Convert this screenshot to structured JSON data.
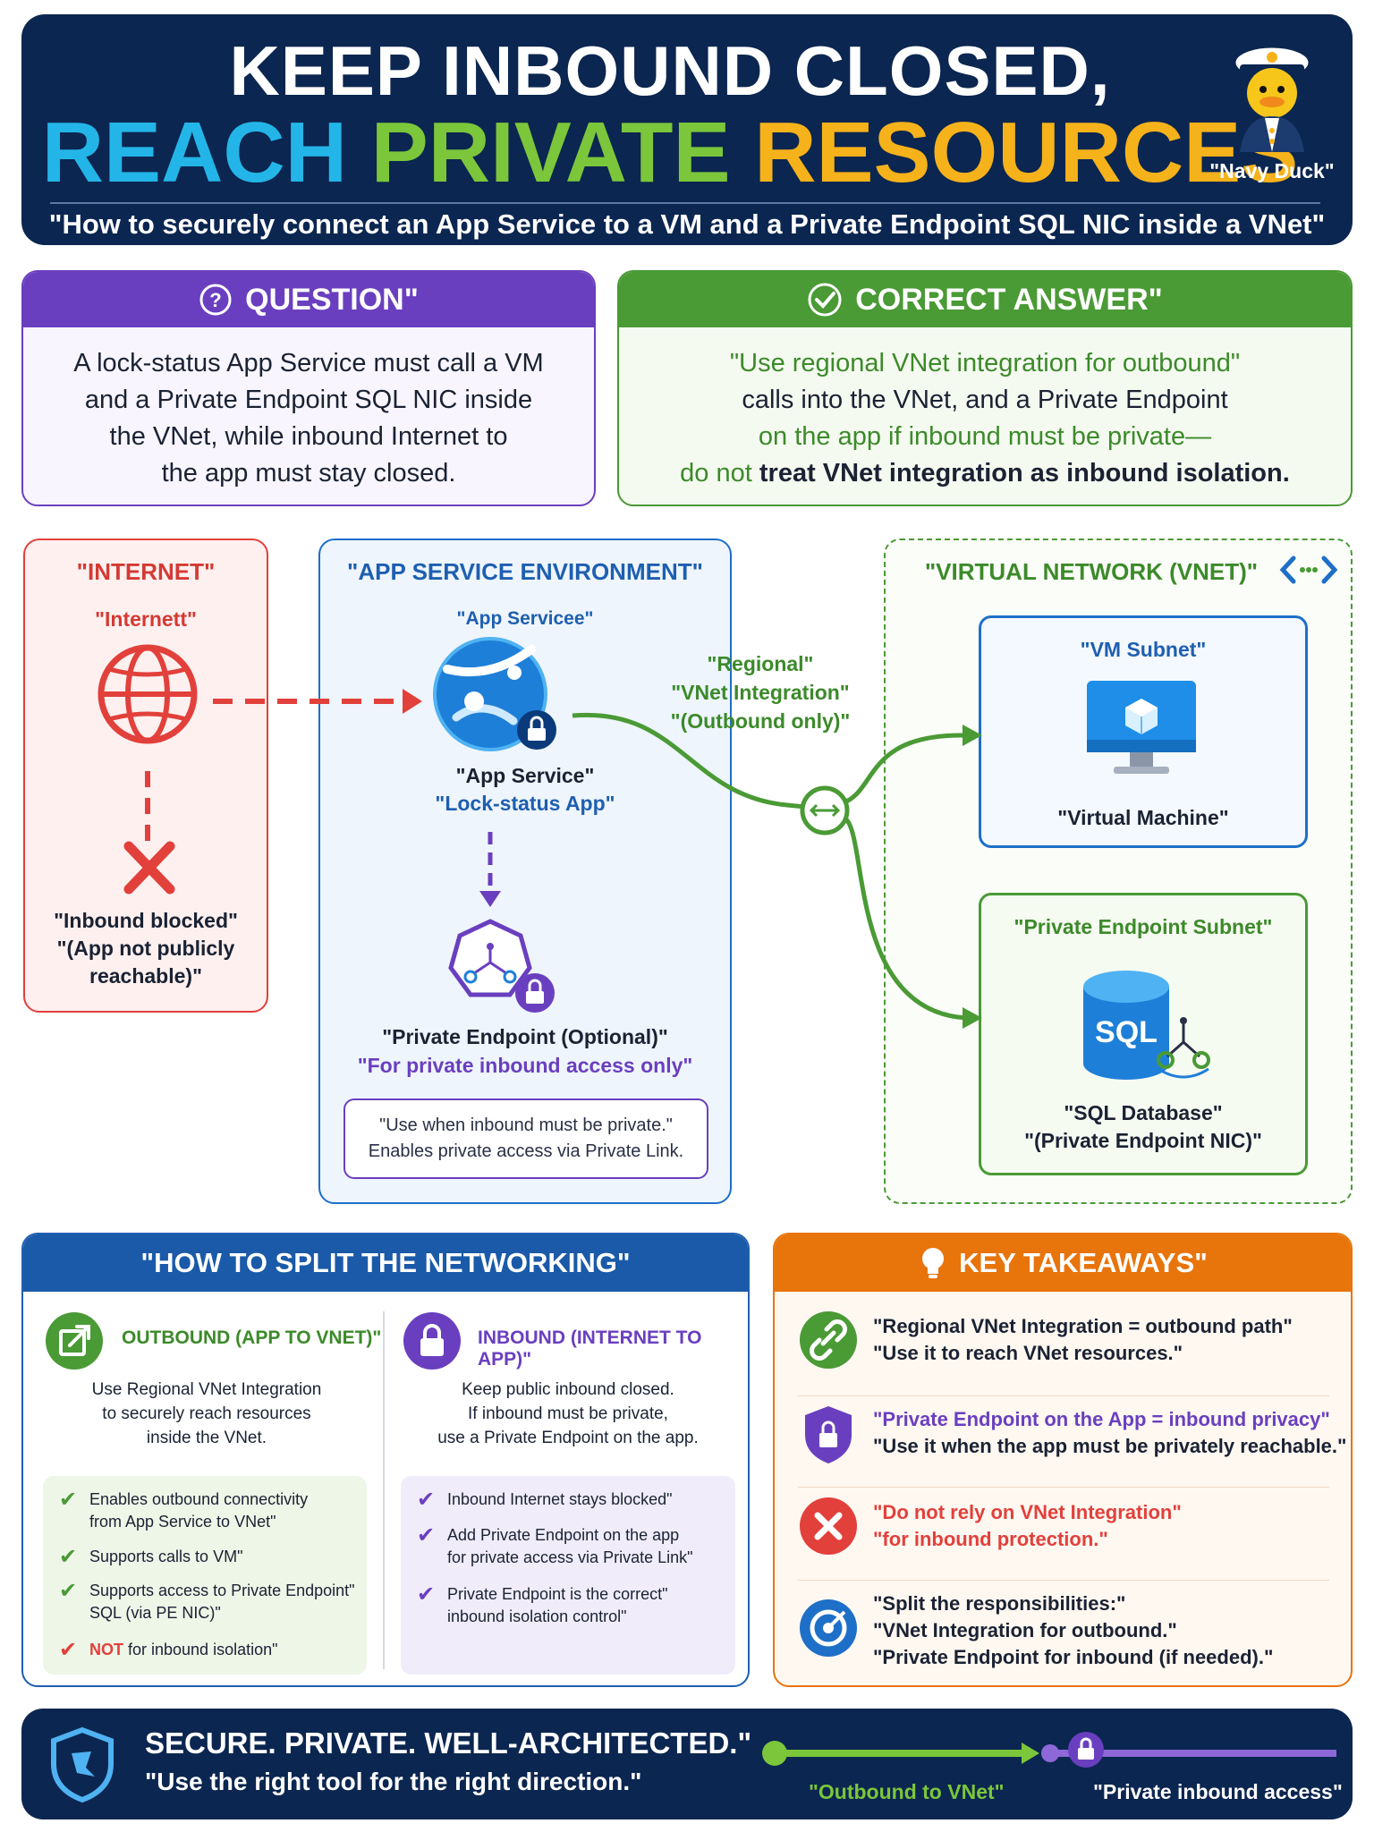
{
  "header": {
    "title_line1": "KEEP INBOUND CLOSED,",
    "title_w1": "REACH",
    "title_w2": "PRIVATE",
    "title_w3": "RESOURCES",
    "subtitle": "\"How to securely connect an App Service to a VM and a Private Endpoint SQL NIC inside a VNet\"",
    "mascot_caption": "\"Navy Duck\""
  },
  "question": {
    "title": "QUESTION\"",
    "lines": [
      "A lock-status App Service must call a VM",
      "and a Private Endpoint SQL NIC inside",
      "the VNet, while inbound Internet to",
      "the app must stay closed."
    ]
  },
  "answer": {
    "title": "CORRECT ANSWER\"",
    "line1": "\"Use regional VNet integration for outbound\"",
    "line2": "calls into the VNet, and a Private Endpoint",
    "line3": "on the app if inbound must be private—",
    "line4_a": "do not",
    "line4_b": " treat VNet integration as inbound isolation."
  },
  "internet": {
    "title": "\"INTERNET\"",
    "label": "\"Internett\"",
    "blocked_1": "\"Inbound blocked\"",
    "blocked_2": "\"(App not publicly",
    "blocked_3": "reachable)\""
  },
  "ase": {
    "title": "\"APP SERVICE ENVIRONMENT\"",
    "app_top": "\"App Servicee\"",
    "app_name": "\"App Service\"",
    "app_sub": "\"Lock-status App\"",
    "pe_name": "\"Private Endpoint (Optional)\"",
    "pe_sub": "\"For private inbound access only\"",
    "note_1": "\"Use when inbound must be private.\"",
    "note_2": "Enables private access via Private Link."
  },
  "integration": {
    "l1": "\"Regional\"",
    "l2": "\"VNet Integration\"",
    "l3": "\"(Outbound only)\""
  },
  "vnet": {
    "title": "\"VIRTUAL NETWORK (VNET)\"",
    "vm_subnet": "\"VM Subnet\"",
    "vm_label": "\"Virtual Machine\"",
    "pe_subnet": "\"Private Endpoint Subnet\"",
    "sql_text": "SQL",
    "sql_1": "\"SQL Database\"",
    "sql_2": "\"(Private Endpoint NIC)\""
  },
  "split": {
    "title": "\"HOW TO SPLIT THE NETWORKING\"",
    "out_title": "OUTBOUND (APP TO VNET)\"",
    "out_desc": [
      "Use Regional VNet Integration",
      "to securely reach resources",
      "inside the VNet."
    ],
    "out_checks": [
      [
        "Enables outbound connectivity",
        "from App Service to VNet\""
      ],
      [
        "Supports calls to VM\""
      ],
      [
        "Supports access to Private Endpoint\"",
        "SQL (via PE NIC)\""
      ]
    ],
    "out_not_a": "NOT",
    "out_not_b": " for inbound isolation\"",
    "in_title": "INBOUND (INTERNET TO APP)\"",
    "in_desc": [
      "Keep public inbound closed.",
      "If inbound must be private,",
      "use a Private Endpoint on the app."
    ],
    "in_checks": [
      [
        "Inbound Internet stays blocked\""
      ],
      [
        "Add Private Endpoint on the app",
        "for private access via Private Link\""
      ],
      [
        "Private Endpoint is the correct\"",
        "inbound isolation control\""
      ]
    ]
  },
  "takeaways": {
    "title": "KEY TAKEAWAYS\"",
    "items": [
      {
        "a": "\"Regional VNet Integration = outbound path\"",
        "b": "\"Use it to reach VNet resources.\""
      },
      {
        "a": "\"Private Endpoint on the App = inbound privacy\"",
        "b": "\"Use it when the app must be privately reachable.\""
      },
      {
        "a": "\"Do not rely on VNet Integration\"",
        "b": "\"for inbound protection.\""
      },
      {
        "a": "\"Split the responsibilities:\"",
        "b": "\"VNet Integration for outbound.\"",
        "c": "\"Private Endpoint for inbound (if needed).\""
      }
    ]
  },
  "footer": {
    "title": "SECURE. PRIVATE. WELL-ARCHITECTED.\"",
    "subtitle": "\"Use the right tool for the right direction.\"",
    "legend_out": "\"Outbound to VNet\"",
    "legend_in": "\"Private inbound access\""
  },
  "colors": {
    "navy": "#0b2650",
    "purple": "#6a3fbf",
    "green": "#4a9a35",
    "red": "#e2403b",
    "blue": "#1e6fc8",
    "orange": "#e8740c",
    "cyan": "#23b5e8",
    "lime": "#7bc63a",
    "gold": "#f6b21a"
  }
}
